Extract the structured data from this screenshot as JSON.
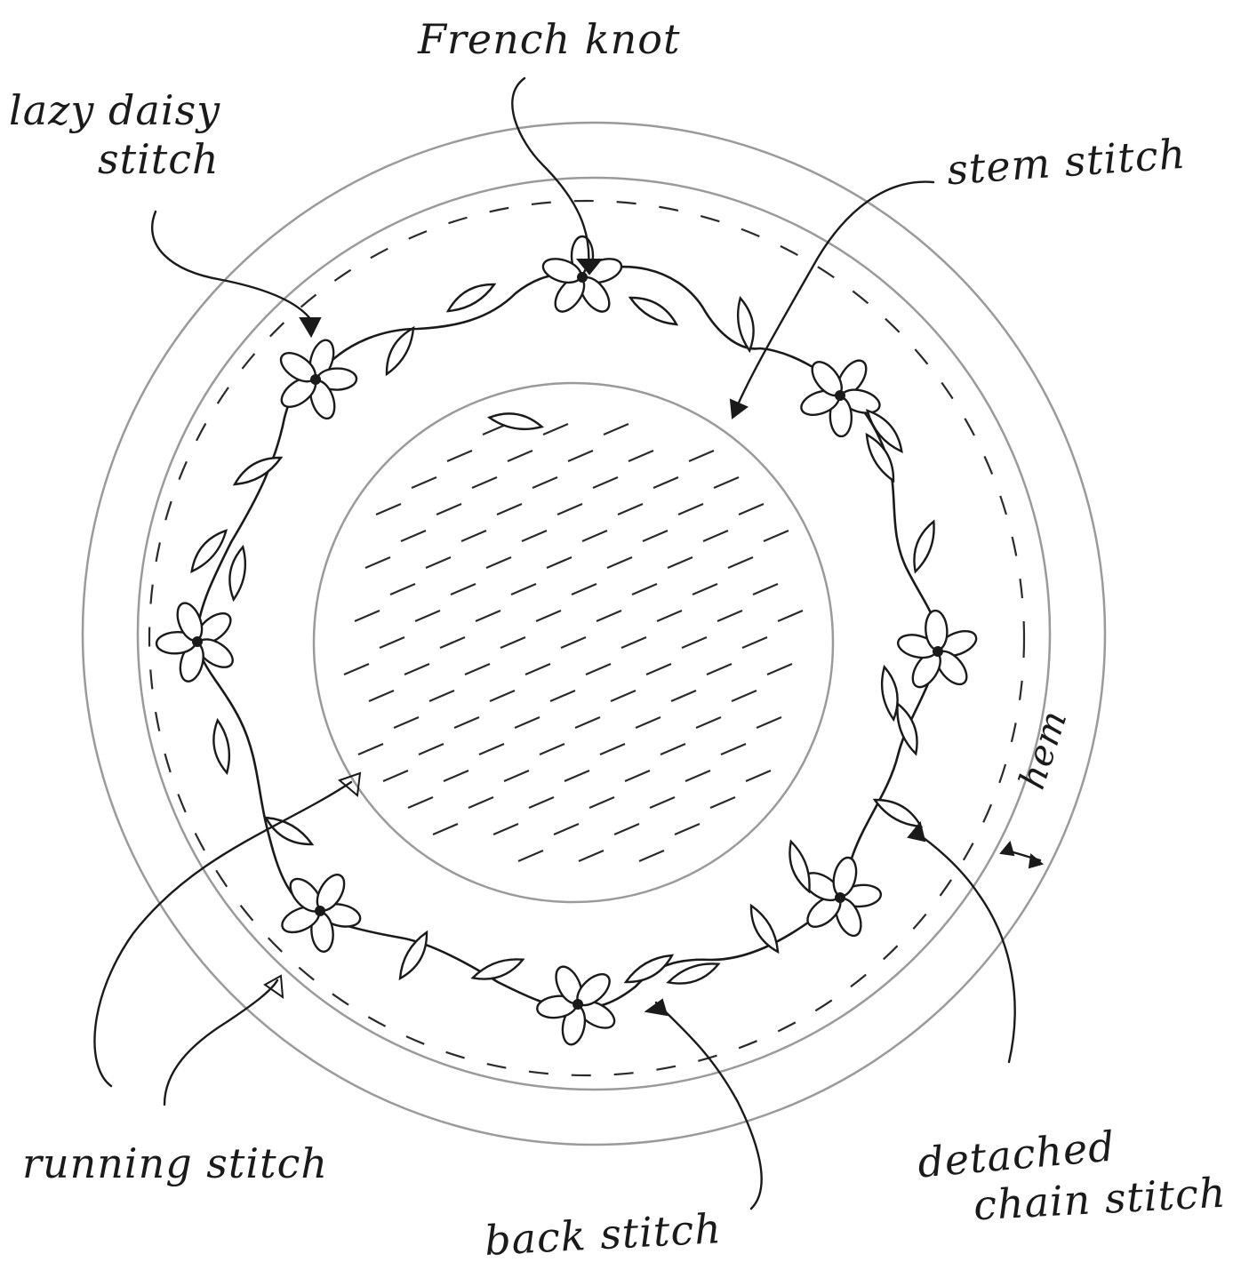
{
  "labels": {
    "french_knot": "French knot",
    "lazy_daisy_line1": "lazy daisy",
    "lazy_daisy_line2": "stitch",
    "stem_stitch": "stem stitch",
    "running_stitch": "running stitch",
    "back_stitch": "back stitch",
    "detached_line1": "detached",
    "detached_line2": "chain stitch",
    "hem": "hem"
  },
  "colors": {
    "ink": "#1a1a1a",
    "pencil": "#8a8a8a",
    "paper": "#ffffff"
  },
  "flower_count": 8,
  "leaf_count": 22
}
